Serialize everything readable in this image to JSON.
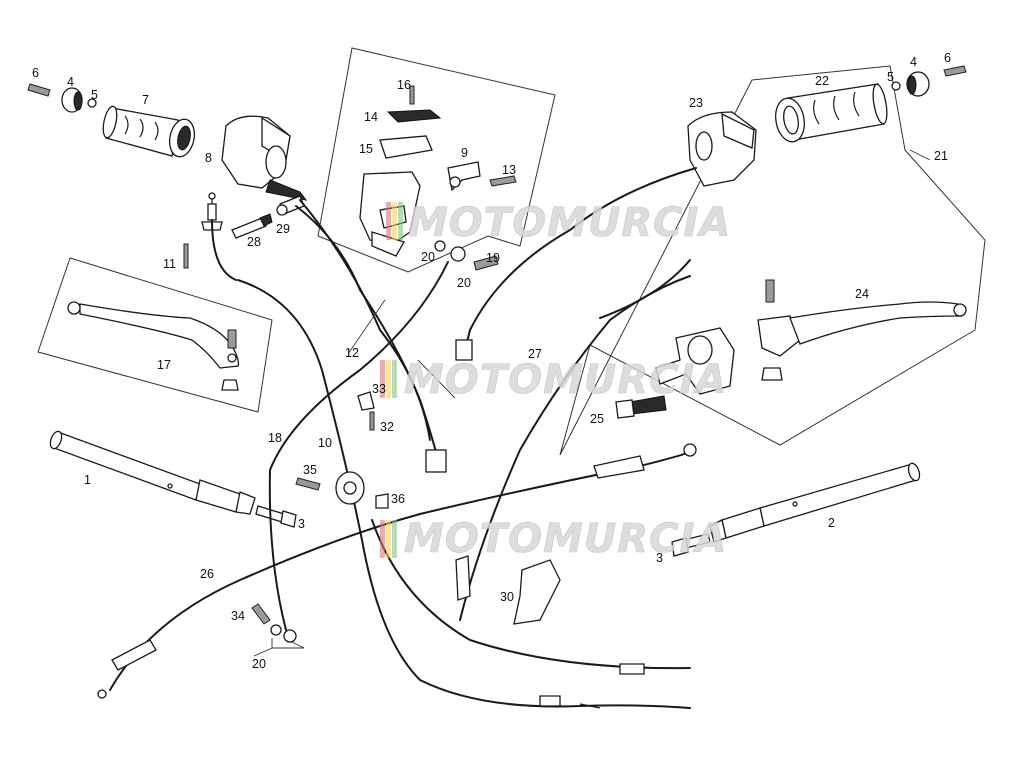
{
  "watermark": {
    "text": "MOTOMURCIA"
  },
  "callouts": [
    {
      "id": "c1",
      "text": "1"
    },
    {
      "id": "c2",
      "text": "2"
    },
    {
      "id": "c3a",
      "text": "3"
    },
    {
      "id": "c3b",
      "text": "3"
    },
    {
      "id": "c4a",
      "text": "4"
    },
    {
      "id": "c4b",
      "text": "4"
    },
    {
      "id": "c5a",
      "text": "5"
    },
    {
      "id": "c5b",
      "text": "5"
    },
    {
      "id": "c6a",
      "text": "6"
    },
    {
      "id": "c6b",
      "text": "6"
    },
    {
      "id": "c7",
      "text": "7"
    },
    {
      "id": "c8",
      "text": "8"
    },
    {
      "id": "c9",
      "text": "9"
    },
    {
      "id": "c10",
      "text": "10"
    },
    {
      "id": "c11",
      "text": "11"
    },
    {
      "id": "c12",
      "text": "12"
    },
    {
      "id": "c13",
      "text": "13"
    },
    {
      "id": "c14",
      "text": "14"
    },
    {
      "id": "c15",
      "text": "15"
    },
    {
      "id": "c16",
      "text": "16"
    },
    {
      "id": "c17",
      "text": "17"
    },
    {
      "id": "c18",
      "text": "18"
    },
    {
      "id": "c19",
      "text": "19"
    },
    {
      "id": "c20a",
      "text": "20"
    },
    {
      "id": "c20b",
      "text": "20"
    },
    {
      "id": "c20c",
      "text": "20"
    },
    {
      "id": "c21",
      "text": "21"
    },
    {
      "id": "c22",
      "text": "22"
    },
    {
      "id": "c23",
      "text": "23"
    },
    {
      "id": "c24",
      "text": "24"
    },
    {
      "id": "c25",
      "text": "25"
    },
    {
      "id": "c26",
      "text": "26"
    },
    {
      "id": "c27",
      "text": "27"
    },
    {
      "id": "c28",
      "text": "28"
    },
    {
      "id": "c29",
      "text": "29"
    },
    {
      "id": "c30",
      "text": "30"
    },
    {
      "id": "c32",
      "text": "32"
    },
    {
      "id": "c33",
      "text": "33"
    },
    {
      "id": "c34",
      "text": "34"
    },
    {
      "id": "c35",
      "text": "35"
    },
    {
      "id": "c36",
      "text": "36"
    }
  ]
}
